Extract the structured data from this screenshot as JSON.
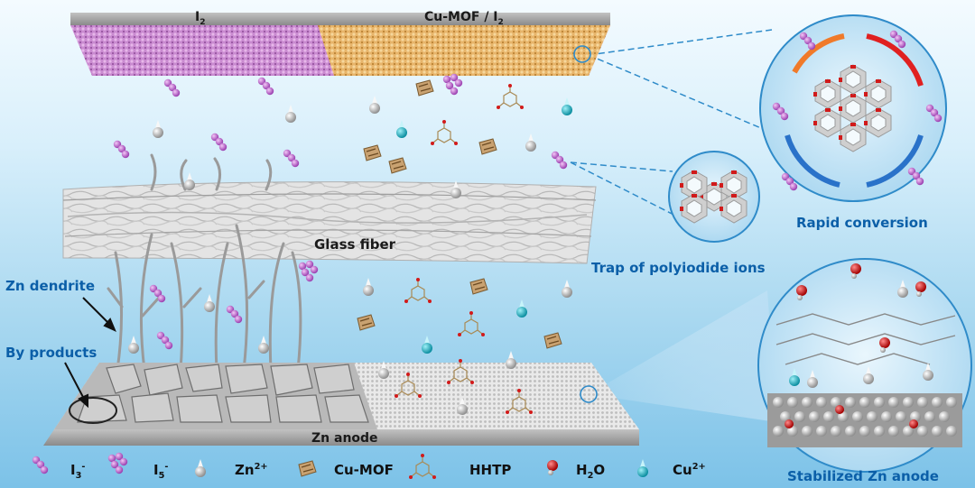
{
  "top_bar": {
    "left_label": "I",
    "left_sub": "2",
    "right_label": "Cu-MOF / I",
    "right_sub": "2"
  },
  "glass_fiber": "Glass fiber",
  "zn_anode": "Zn anode",
  "annotations": {
    "zn_dendrite": "Zn dendrite",
    "by_products": "By products",
    "trap": "Trap of polyiodide ions",
    "rapid": "Rapid conversion",
    "stabilized": "Stabilized Zn anode"
  },
  "legend": [
    {
      "base": "I",
      "sub": "3",
      "sup": "-",
      "icon": "i3-cluster-icon"
    },
    {
      "base": "I",
      "sub": "5",
      "sup": "-",
      "icon": "i5-cluster-icon"
    },
    {
      "base": "Zn",
      "sub": "",
      "sup": "2+",
      "icon": "zn-ion-icon"
    },
    {
      "base": "Cu-MOF",
      "sub": "",
      "sup": "",
      "icon": "cu-mof-icon"
    },
    {
      "base": "HHTP",
      "sub": "",
      "sup": "",
      "icon": "hhtp-molecule-icon"
    },
    {
      "base": "H",
      "sub": "2",
      "sup": "",
      "tail": "O",
      "icon": "water-molecule-icon"
    },
    {
      "base": "Cu",
      "sub": "",
      "sup": "2+",
      "icon": "cu-ion-icon"
    }
  ],
  "colors": {
    "iodide": "#c86ad6",
    "zn_ion": "#e8e8e8",
    "cu_ion": "#19b5c9",
    "mof_red": "#d11a1a",
    "title_blue": "#0b5fa8"
  }
}
